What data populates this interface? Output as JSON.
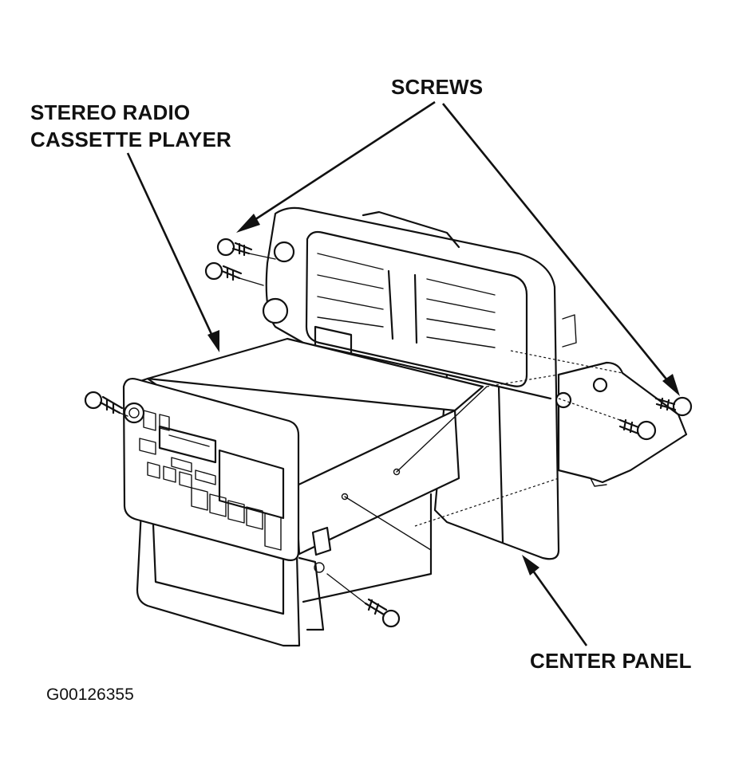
{
  "labels": {
    "screws": "SCREWS",
    "radio_line1": "STEREO RADIO",
    "radio_line2": "CASSETTE PLAYER",
    "center_panel": "CENTER PANEL",
    "figure_code": "G00126355"
  }
}
